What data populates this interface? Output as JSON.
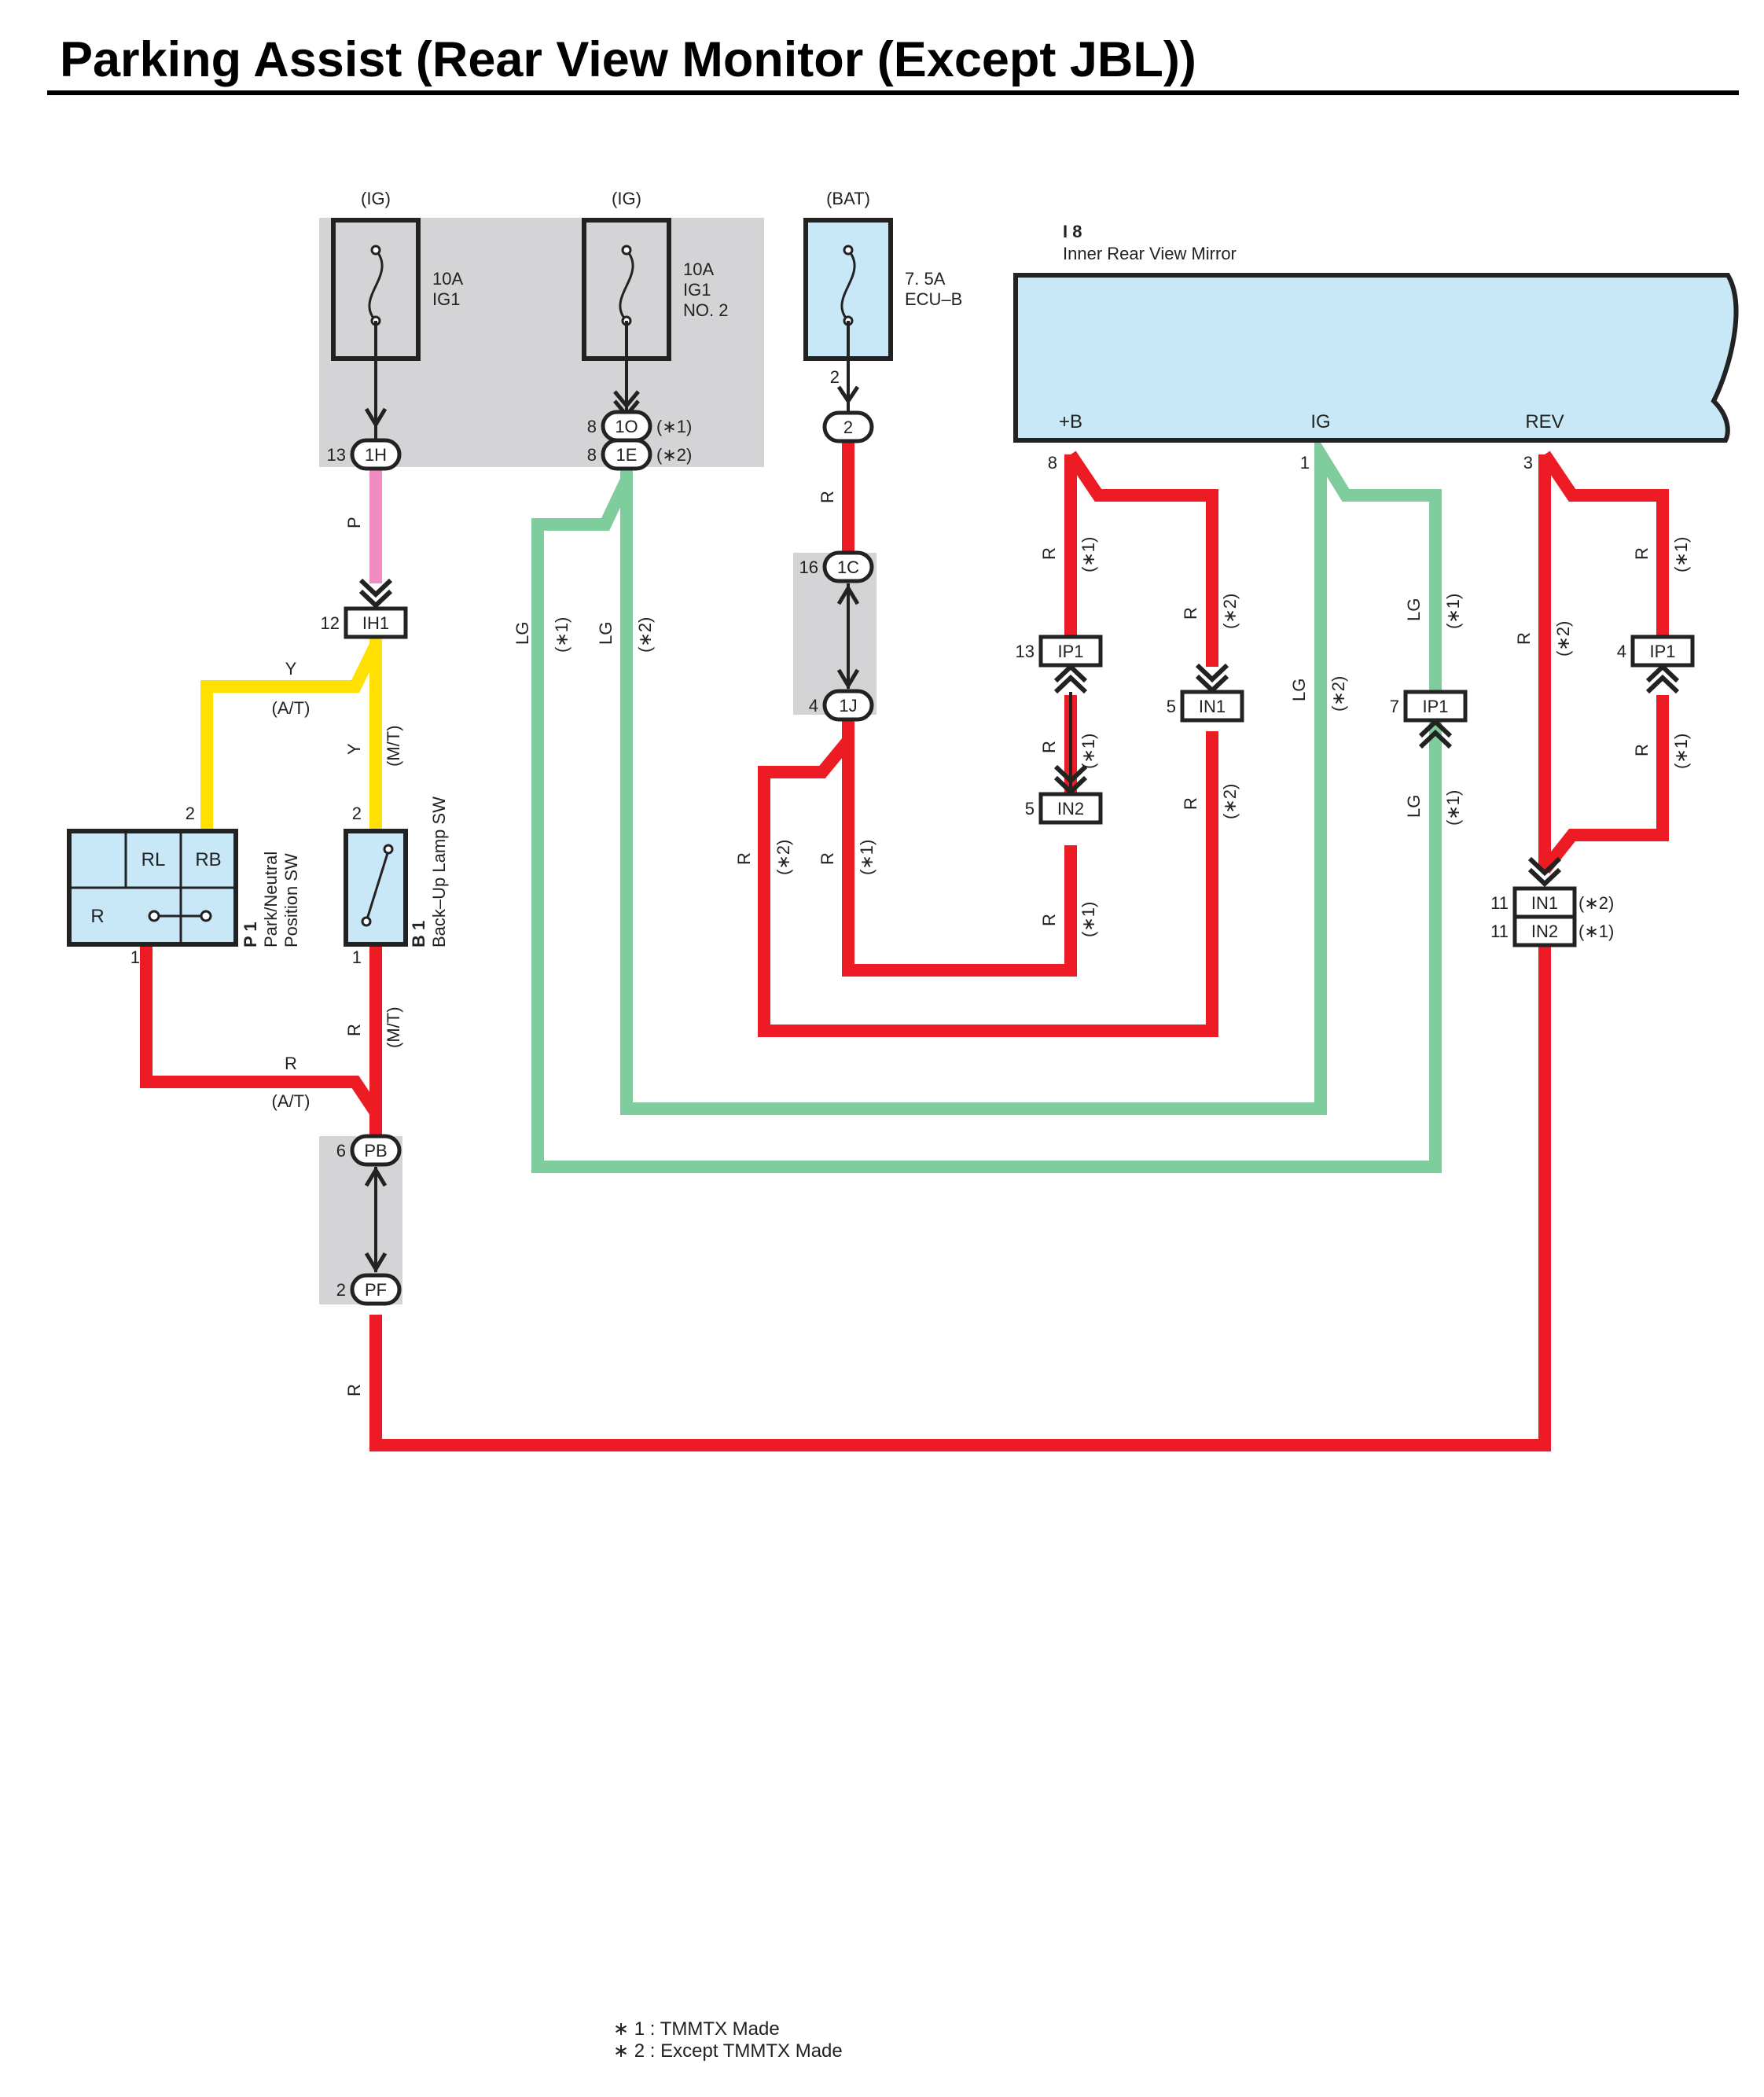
{
  "title": "Parking Assist (Rear View Monitor (Except JBL))",
  "colors": {
    "R": "#ed1c24",
    "LG": "#7fcc9c",
    "P": "#f08cc0",
    "Y": "#ffe000",
    "component_fill": "#c8e8f8",
    "junction_fill": "#d4d4d6"
  },
  "fuses": {
    "ig1": {
      "source": "(IG)",
      "amp": "10A",
      "name": "IG1"
    },
    "ig1no2": {
      "source": "(IG)",
      "amp": "10A",
      "name1": "IG1",
      "name2": "NO. 2"
    },
    "ecub": {
      "source": "(BAT)",
      "amp": "7. 5A",
      "name": "ECU–B"
    }
  },
  "mirror": {
    "id": "I 8",
    "name": "Inner Rear View Mirror",
    "terminals": {
      "b": "+B",
      "ig": "IG",
      "rev": "REV"
    },
    "pins": {
      "b": "8",
      "ig": "1",
      "rev": "3"
    }
  },
  "switches": {
    "p1": {
      "id": "P 1",
      "name1": "Park/Neutral",
      "name2": "Position SW",
      "cells": {
        "rl": "RL",
        "rb": "RB",
        "r": "R"
      },
      "pin_top": "2",
      "pin_bottom": "1"
    },
    "b1": {
      "id": "B 1",
      "name": "Back–Up Lamp SW",
      "pin_top": "2",
      "pin_bottom": "1"
    }
  },
  "connectors": {
    "c1H": {
      "name": "1H",
      "pin": "13"
    },
    "c1O": {
      "name": "1O",
      "pin": "8",
      "note": "(∗1)"
    },
    "c1E": {
      "name": "1E",
      "pin": "8",
      "note": "(∗2)"
    },
    "c2": {
      "name": "2",
      "pin": "2"
    },
    "cIH1": {
      "name": "IH1",
      "pin": "12"
    },
    "c1C": {
      "name": "1C",
      "pin": "16"
    },
    "c1J": {
      "name": "1J",
      "pin": "4"
    },
    "cIP1a": {
      "name": "IP1",
      "pin": "13"
    },
    "cIN2a": {
      "name": "IN2",
      "pin": "5"
    },
    "cIN1a": {
      "name": "IN1",
      "pin": "5"
    },
    "cIP1b": {
      "name": "IP1",
      "pin": "7"
    },
    "cIP1c": {
      "name": "IP1",
      "pin": "4"
    },
    "cIN1b": {
      "name": "IN1",
      "pin": "11",
      "note": "(∗2)"
    },
    "cIN2b": {
      "name": "IN2",
      "pin": "11",
      "note": "(∗1)"
    },
    "cPB": {
      "name": "PB",
      "pin": "6"
    },
    "cPF": {
      "name": "PF",
      "pin": "2"
    }
  },
  "wire_labels": {
    "R": "R",
    "LG": "LG",
    "P": "P",
    "Y": "Y",
    "star1": "(∗1)",
    "star2": "(∗2)",
    "at": "(A/T)",
    "mt": "(M/T)"
  },
  "notes": [
    "∗ 1 : TMMTX Made",
    "∗ 2 : Except TMMTX Made"
  ]
}
